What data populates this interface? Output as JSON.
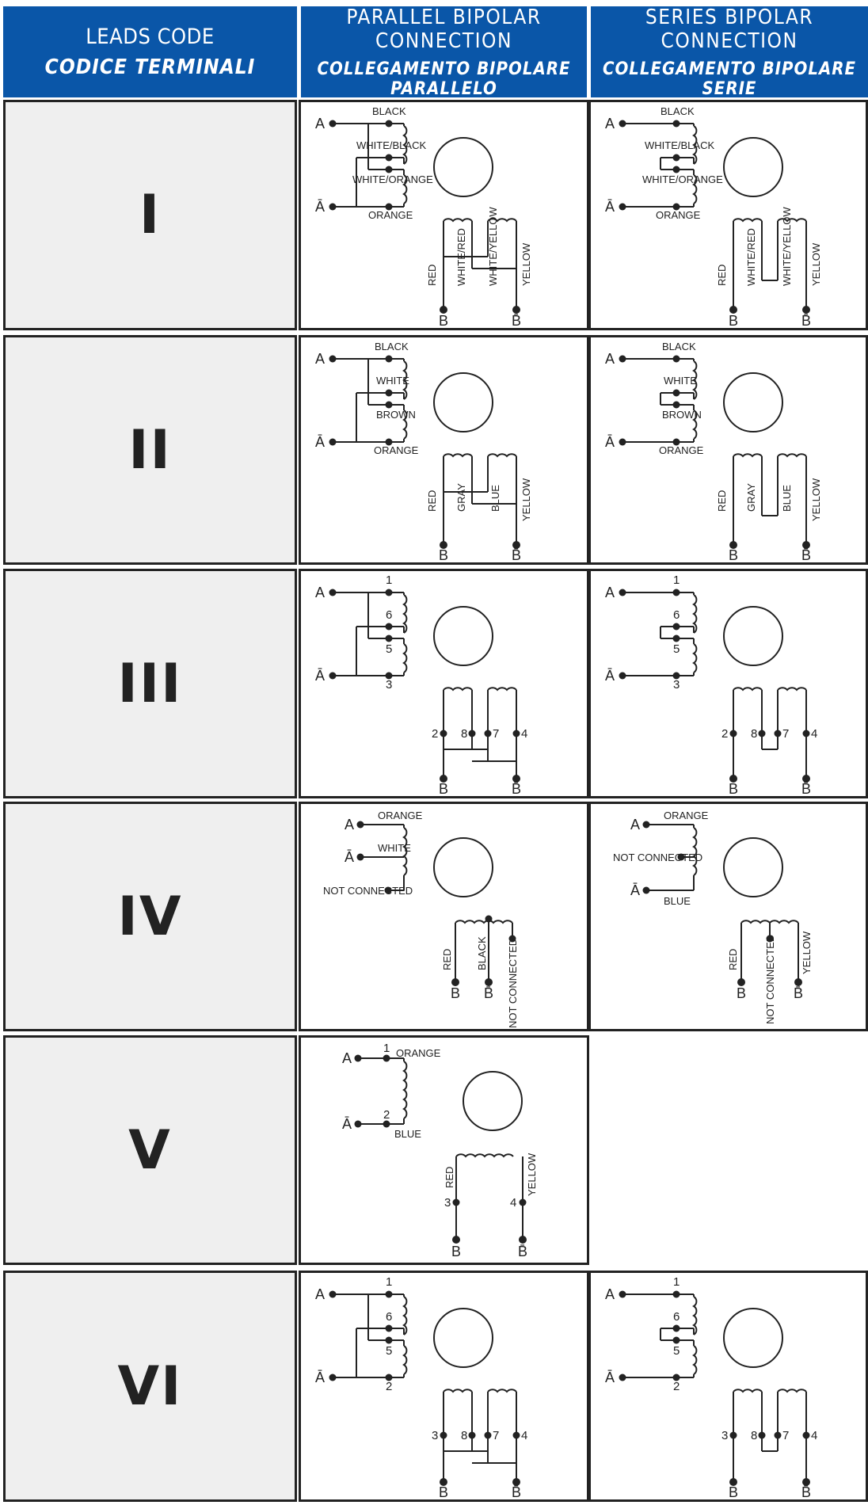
{
  "header": {
    "col0": {
      "line1": "LEADS CODE",
      "line2": "CODICE TERMINALI"
    },
    "col1": {
      "line1": "PARALLEL BIPOLAR CONNECTION",
      "line2": "COLLEGAMENTO BIPOLARE PARALLELO"
    },
    "col2": {
      "line1": "SERIES BIPOLAR CONNECTION",
      "line2": "COLLEGAMENTO BIPOLARE SERIE"
    }
  },
  "terminals": {
    "a": "A",
    "abar": "Ā",
    "b": "B",
    "bbar": "B̄"
  },
  "rows": [
    {
      "code": "I",
      "parallel": {
        "a1": "BLACK",
        "a2": "WHITE/BLACK",
        "a3": "WHITE/ORANGE",
        "a4": "ORANGE",
        "b1": "RED",
        "b2": "WHITE/RED",
        "b3": "WHITE/YELLOW",
        "b4": "YELLOW"
      },
      "series": {
        "a1": "BLACK",
        "a2": "WHITE/BLACK",
        "a3": "WHITE/ORANGE",
        "a4": "ORANGE",
        "b1": "RED",
        "b2": "WHITE/RED",
        "b3": "WHITE/YELLOW",
        "b4": "YELLOW"
      }
    },
    {
      "code": "II",
      "parallel": {
        "a1": "BLACK",
        "a2": "WHITE",
        "a3": "BROWN",
        "a4": "ORANGE",
        "b1": "RED",
        "b2": "GRAY",
        "b3": "BLUE",
        "b4": "YELLOW"
      },
      "series": {
        "a1": "BLACK",
        "a2": "WHITE",
        "a3": "BROWN",
        "a4": "ORANGE",
        "b1": "RED",
        "b2": "GRAY",
        "b3": "BLUE",
        "b4": "YELLOW"
      }
    },
    {
      "code": "III",
      "parallel": {
        "a1": "1",
        "a2": "6",
        "a3": "5",
        "a4": "3",
        "b1": "2",
        "b2": "8",
        "b3": "7",
        "b4": "4"
      },
      "series": {
        "a1": "1",
        "a2": "6",
        "a3": "5",
        "a4": "3",
        "b1": "2",
        "b2": "8",
        "b3": "7",
        "b4": "4"
      }
    },
    {
      "code": "IV",
      "parallel": {
        "a1": "ORANGE",
        "a2": "WHITE",
        "nc": "NOT CONNECTED",
        "b1": "RED",
        "b2": "BLACK",
        "b3": "NOT CONNECTED"
      },
      "series": {
        "a1": "ORANGE",
        "nc": "NOT CONNECTED",
        "a2": "BLUE",
        "b1": "RED",
        "b2": "NOT CONNECTED",
        "b3": "YELLOW"
      }
    },
    {
      "code": "V",
      "parallel": {
        "n1": "1",
        "a1": "ORANGE",
        "n2": "2",
        "a2": "BLUE",
        "b1": "RED",
        "b2": "YELLOW",
        "n3": "3",
        "n4": "4"
      }
    },
    {
      "code": "VI",
      "parallel": {
        "a1": "1",
        "a2": "6",
        "a3": "5",
        "a4": "2",
        "b1": "3",
        "b2": "8",
        "b3": "7",
        "b4": "4"
      },
      "series": {
        "a1": "1",
        "a2": "6",
        "a3": "5",
        "a4": "2",
        "b1": "3",
        "b2": "8",
        "b3": "7",
        "b4": "4"
      }
    }
  ]
}
